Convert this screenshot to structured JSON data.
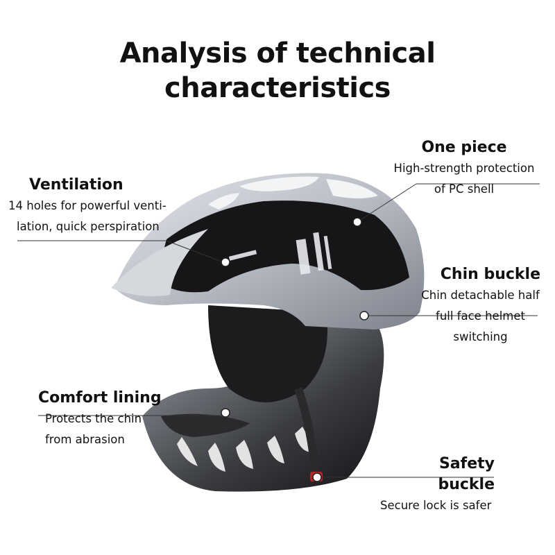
{
  "title": {
    "line1": "Analysis of technical",
    "line2": "characteristics"
  },
  "callouts": {
    "ventilation": {
      "heading": "Ventilation",
      "desc1": "14 holes for powerful venti-",
      "desc2": "lation, quick perspiration"
    },
    "one_piece": {
      "heading": "One piece",
      "desc1": "High-strength protection",
      "desc2": "of PC shell"
    },
    "chin_buckle": {
      "heading": "Chin buckle",
      "desc1": "Chin detachable half",
      "desc2": "full face helmet",
      "desc3": "switching"
    },
    "comfort_lining": {
      "heading": "Comfort lining",
      "desc1": "Protects the chin",
      "desc2": "from abrasion"
    },
    "safety_buckle": {
      "heading": "Safety buckle",
      "desc1": "Secure lock is safer"
    }
  },
  "colors": {
    "text": "#111111",
    "shell_light": "#c9ccd2",
    "shell_dark": "#161618",
    "buckle_red": "#b3262a"
  }
}
